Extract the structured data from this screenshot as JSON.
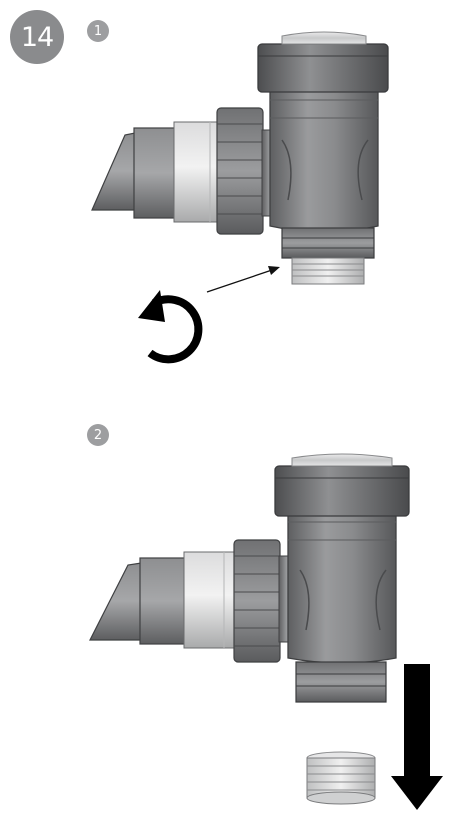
{
  "step": {
    "number": "14"
  },
  "substeps": [
    {
      "label": "1"
    },
    {
      "label": "2"
    }
  ],
  "icons": {
    "rotate": "rotate-counterclockwise-icon",
    "pointer": "pointer-arrow",
    "remove": "down-arrow-icon"
  },
  "colors": {
    "badge": "#8a8b8d",
    "substep_badge": "#9d9ea0",
    "part_dark": "#6f7072",
    "part_mid": "#8d8e90",
    "part_light": "#d4d5d6",
    "arrow": "#111111"
  }
}
